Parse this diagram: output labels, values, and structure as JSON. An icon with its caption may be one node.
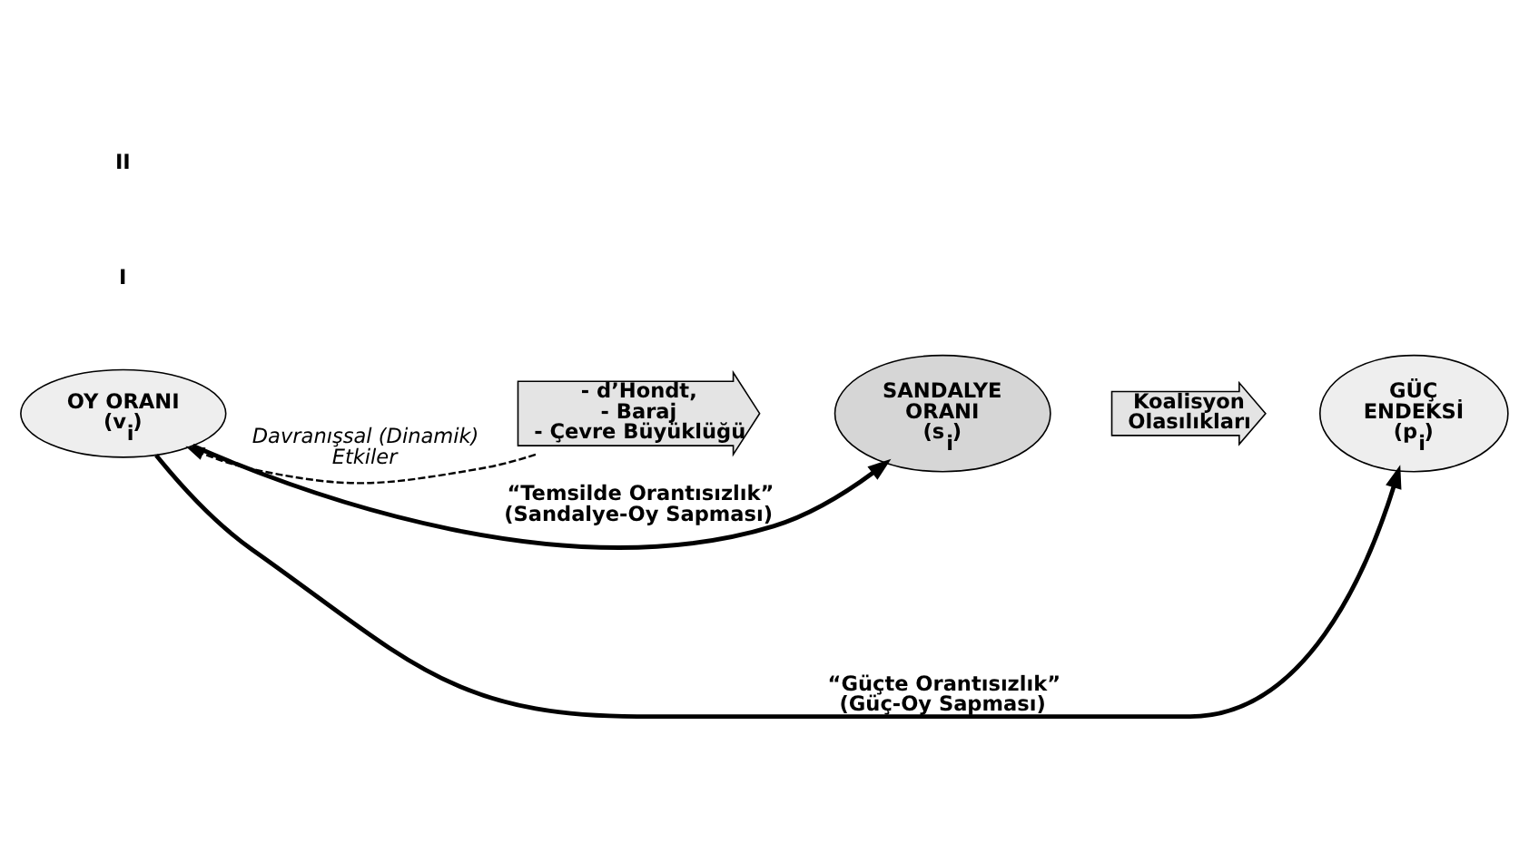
{
  "diagram": {
    "nodes": [
      {
        "text": [
          "OY ORANI",
          "(v$_{i}$)"
        ]
      },
      {
        "text": [
          "- d’Hondt,",
          "- Baraj",
          "- Çevre Büyüklüğü"
        ]
      },
      {
        "text": [
          "SANDALYE ORANI",
          "(s$_{i}$)"
        ]
      },
      {
        "text": [
          "Koalisyon Olasılıkları"
        ]
      },
      {
        "text": [
          "GÜÇ ENDEKSİ",
          "(p$_{i}$)"
        ]
      }
    ],
    "edges": [
      {
        "from": 0,
        "to": 2,
        "arrow": "to",
        "label": "“Temsilde Orantısızlık” (Sandalye-Oy Sapması)"
      },
      {
        "from": 1,
        "to": 0,
        "arrow": "to",
        "label": "Davranışsal (Dinamik) Etkiler",
        "style": "dashed"
      },
      {
        "from": 0,
        "to": 4,
        "arrow": "to",
        "label": "“Güçte Orantısızlık” (Güç-Oy Sapması)"
      }
    ],
    "labels": [
      "I",
      "II"
    ]
  }
}
